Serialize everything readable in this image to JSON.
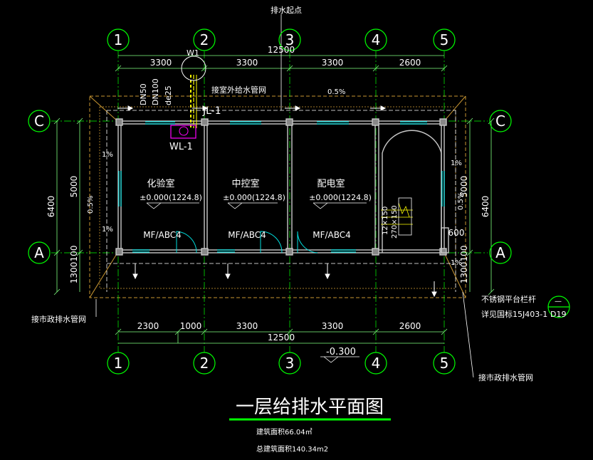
{
  "title": "一层给排水平面图",
  "area_note": "建筑面积66.04㎡",
  "total_area_note": "总建筑面积140.34m2",
  "top_label": "排水起点",
  "axes": {
    "columns": [
      "1",
      "2",
      "3",
      "4",
      "5"
    ],
    "rows": [
      "C",
      "A"
    ]
  },
  "dims": {
    "top_total": "12500",
    "top_segments": [
      "3300",
      "3300",
      "3300",
      "2600"
    ],
    "bottom_total": "12500",
    "bottom_segments": [
      "2300",
      "1000",
      "3300",
      "3300",
      "2600"
    ],
    "left": [
      "6400",
      "5000",
      "1300",
      "100"
    ],
    "right": [
      "5000",
      "6400",
      "1300",
      "100",
      "600"
    ]
  },
  "pipe_labels": {
    "wl_top": "W1",
    "dn": [
      "DN50",
      "DN100",
      "de25"
    ],
    "connect_out": "接室外给水管网",
    "jl": "JL-1",
    "wl": "WL-1",
    "connect_left": "接市政排水管网",
    "connect_right": "接市政排水管网"
  },
  "slopes": [
    "0.5%",
    "1%"
  ],
  "rooms": [
    {
      "name": "化验室",
      "level": "±0.000(1224.8)",
      "ext": "MF/ABC4"
    },
    {
      "name": "中控室",
      "level": "±0.000(1224.8)",
      "ext": "MF/ABC4"
    },
    {
      "name": "配电室",
      "level": "±0.000(1224.8)",
      "ext": "MF/ABC4"
    }
  ],
  "stair_labels": [
    "12×150",
    "270×150"
  ],
  "outside_level": "-0.300",
  "railing_note": "不锈钢平台栏杆",
  "railing_ref": "详见国标15J403-1",
  "detail_ref": {
    "top": "—",
    "bottom": "D19"
  },
  "colors": {
    "background": "#000000",
    "wall": "#c8c8c8",
    "axis": "#00ff00",
    "dim": "#7fff7f",
    "text": "#ffffff",
    "window": "#00e0e0",
    "pipe": "#ffff00",
    "outline": "#c89632",
    "title_underline": "#00ff00",
    "magenta": "#ff00ff"
  }
}
